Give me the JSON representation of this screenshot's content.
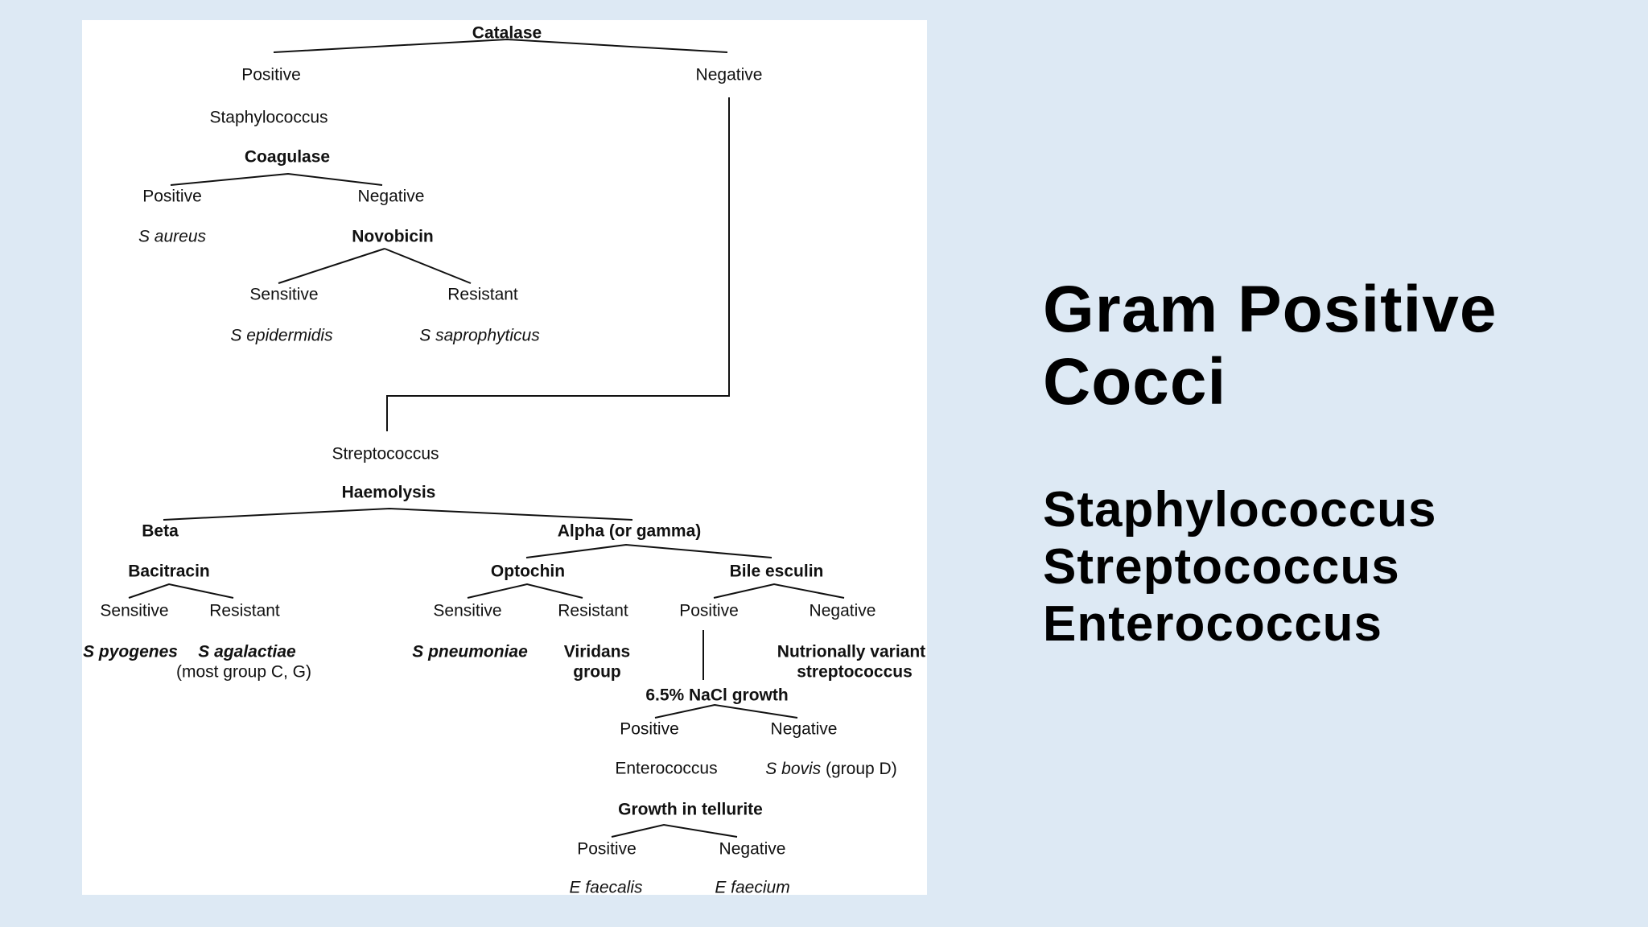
{
  "slide": {
    "title": "Gram Positive Cocci",
    "genera": [
      "Staphylococcus",
      "Streptococcus",
      "Enterococcus"
    ]
  },
  "diagram": {
    "catalase": "Catalase",
    "catalase_pos": "Positive",
    "catalase_neg": "Negative",
    "staphylococcus": "Staphylococcus",
    "coagulase": "Coagulase",
    "coagulase_pos": "Positive",
    "coagulase_neg": "Negative",
    "s_aureus": "S aureus",
    "novobiocin": "Novobicin",
    "novo_sens": "Sensitive",
    "novo_res": "Resistant",
    "s_epidermidis": "S epidermidis",
    "s_saprophyticus": "S saprophyticus",
    "streptococcus": "Streptococcus",
    "haemolysis": "Haemolysis",
    "beta": "Beta",
    "alpha": "Alpha (or gamma)",
    "bacitracin": "Bacitracin",
    "baci_sens": "Sensitive",
    "baci_res": "Resistant",
    "s_pyogenes": "S pyogenes",
    "s_agalactiae": "S agalactiae",
    "most_group": "(most group C, G)",
    "optochin": "Optochin",
    "opto_sens": "Sensitive",
    "opto_res": "Resistant",
    "s_pneumoniae": "S pneumoniae",
    "viridans_1": "Viridans",
    "viridans_2": "group",
    "bile_esculin": "Bile esculin",
    "bile_pos": "Positive",
    "bile_neg": "Negative",
    "nutri_1": "Nutrionally variant",
    "nutri_2": "streptococcus",
    "nacl": "6.5% NaCl growth",
    "nacl_pos": "Positive",
    "nacl_neg": "Negative",
    "enterococcus": "Enterococcus",
    "s_bovis": "S bovis",
    "group_d": " (group D)",
    "tellurite": "Growth in tellurite",
    "tell_pos": "Positive",
    "tell_neg": "Negative",
    "e_faecalis": "E faecalis",
    "e_faecium": "E faecium"
  }
}
